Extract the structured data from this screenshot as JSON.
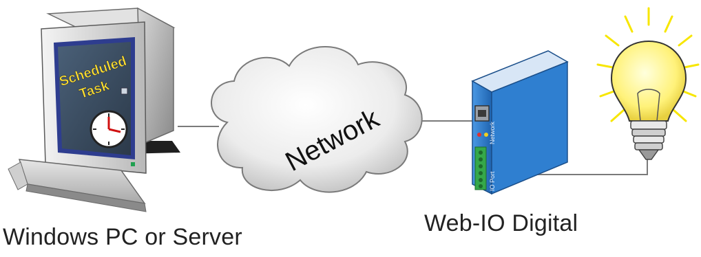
{
  "pc": {
    "screen_text": [
      "Scheduled",
      "Task"
    ],
    "caption": "Windows PC or Server"
  },
  "cloud": {
    "label": "Network"
  },
  "device": {
    "caption": "Web-IO Digital",
    "side_label_top": "Network",
    "side_label_bottom": "IO Port"
  },
  "colors": {
    "screen_bg": "#3c4f62",
    "screen_frame": "#2e3d8f",
    "screen_text": "#ffe030",
    "device_blue": "#2f7fd0",
    "terminal_green": "#35a84a",
    "bulb_yellow": "#fff27a",
    "rays": "#f7e600"
  },
  "icons": [
    "computer-icon",
    "clock-icon",
    "keyboard-icon",
    "cloud-icon",
    "device-icon",
    "light-bulb-icon"
  ]
}
